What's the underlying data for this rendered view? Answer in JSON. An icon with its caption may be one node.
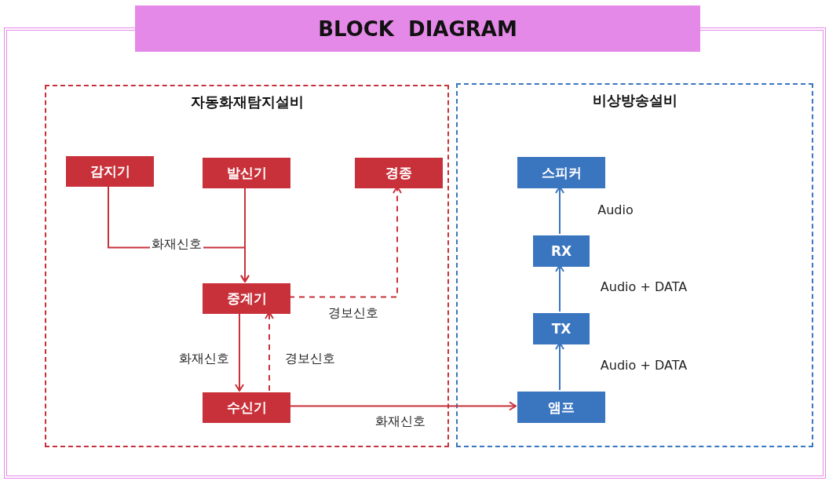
{
  "diagram": {
    "title": "BLOCK  DIAGRAM",
    "nodes": [
      {
        "text": [
          "자동화재탐지설비"
        ]
      },
      {
        "text": [
          "비상방송설비"
        ]
      },
      {
        "text": [
          "감지기"
        ],
        "in": 0
      },
      {
        "text": [
          "발신기"
        ],
        "in": 0
      },
      {
        "text": [
          "경종"
        ],
        "in": 0
      },
      {
        "text": [
          "중계기"
        ],
        "in": 0
      },
      {
        "text": [
          "수신기"
        ],
        "in": 0
      },
      {
        "text": [
          "스피커"
        ],
        "in": 1
      },
      {
        "text": [
          "RX"
        ],
        "in": 1
      },
      {
        "text": [
          "TX"
        ],
        "in": 1
      },
      {
        "text": [
          "앰프"
        ],
        "in": 1
      }
    ],
    "edges": [
      {
        "from": 2,
        "to": 5,
        "arrow": "to",
        "label": "화재신호"
      },
      {
        "from": 3,
        "to": 5,
        "arrow": "to"
      },
      {
        "from": 5,
        "to": 4,
        "arrow": "to",
        "style": "dashed",
        "label": "경보신호"
      },
      {
        "from": 5,
        "to": 6,
        "arrow": "to",
        "label": "화재신호"
      },
      {
        "from": 6,
        "to": 5,
        "arrow": "to",
        "style": "dashed",
        "label": "경보신호"
      },
      {
        "from": 6,
        "to": 10,
        "arrow": "to",
        "label": "화재신호"
      },
      {
        "from": 10,
        "to": 9,
        "arrow": "to",
        "color": "#3a75bf",
        "label": "Audio + DATA"
      },
      {
        "from": 9,
        "to": 8,
        "arrow": "to",
        "color": "#3a75bf",
        "label": "Audio + DATA"
      },
      {
        "from": 8,
        "to": 7,
        "arrow": "to",
        "color": "#3a75bf",
        "label": "Audio"
      }
    ]
  }
}
